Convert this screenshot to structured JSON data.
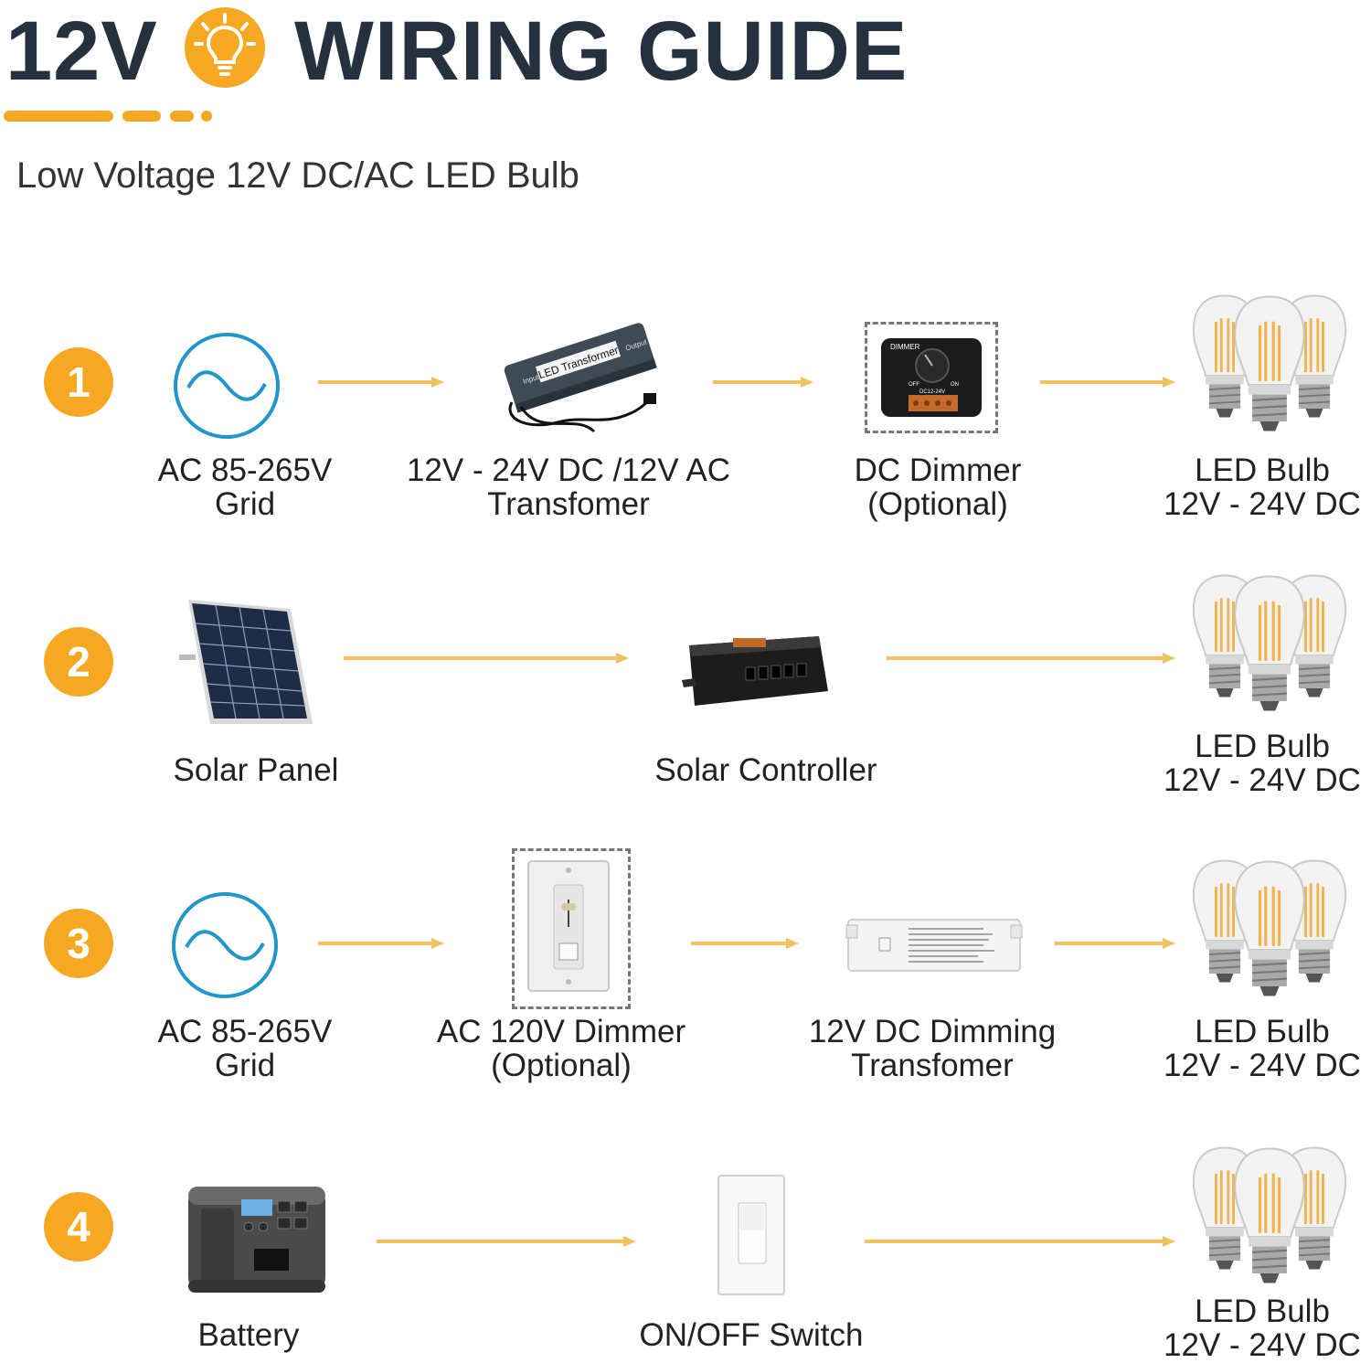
{
  "header": {
    "voltage": "12V",
    "title": "WIRING GUIDE",
    "subtitle": "Low Voltage 12V DC/AC LED Bulb"
  },
  "colors": {
    "accent": "#F7A823",
    "title": "#263140",
    "ac_wave": "#2196C8",
    "arrow": "#F0C260"
  },
  "rows": [
    {
      "step": "1",
      "items": [
        {
          "icon": "ac-grid-icon",
          "label": [
            "AC 85-265V",
            "Grid"
          ]
        },
        {
          "icon": "led-transformer-icon",
          "label": [
            "12V - 24V DC /12V AC",
            "Transfomer"
          ],
          "printed": {
            "title": "LED Transformer",
            "input": "Input",
            "output": "Output"
          }
        },
        {
          "icon": "dc-dimmer-icon",
          "label": [
            "DC  Dimmer",
            "(Optional)"
          ],
          "printed": {
            "name": "DIMMER",
            "off": "OFF",
            "on": "ON",
            "range": "DC12-24V"
          }
        },
        {
          "icon": "led-bulb-icon",
          "label": [
            "LED Bulb",
            "12V - 24V DC"
          ]
        }
      ]
    },
    {
      "step": "2",
      "items": [
        {
          "icon": "solar-panel-icon",
          "label": [
            "Solar Panel"
          ]
        },
        {
          "icon": "solar-controller-icon",
          "label": [
            "Solar Controller"
          ]
        },
        {
          "icon": "led-bulb-icon",
          "label": [
            "LED Bulb",
            "12V - 24V DC"
          ]
        }
      ]
    },
    {
      "step": "3",
      "items": [
        {
          "icon": "ac-grid-icon",
          "label": [
            "AC 85-265V",
            "Grid"
          ]
        },
        {
          "icon": "ac-dimmer-switch-icon",
          "label": [
            "AC 120V Dimmer",
            "(Optional)"
          ]
        },
        {
          "icon": "dimming-driver-icon",
          "label": [
            "12V DC Dimming",
            "Transfomer"
          ]
        },
        {
          "icon": "led-bulb-icon",
          "label": [
            "LED Бulb",
            "12V - 24V DC"
          ]
        }
      ]
    },
    {
      "step": "4",
      "items": [
        {
          "icon": "battery-icon",
          "label": [
            "Battery"
          ]
        },
        {
          "icon": "on-off-switch-icon",
          "label": [
            "ON/OFF Switch"
          ]
        },
        {
          "icon": "led-bulb-icon",
          "label": [
            "LED Bulb",
            "12V - 24V DC"
          ]
        }
      ]
    }
  ]
}
